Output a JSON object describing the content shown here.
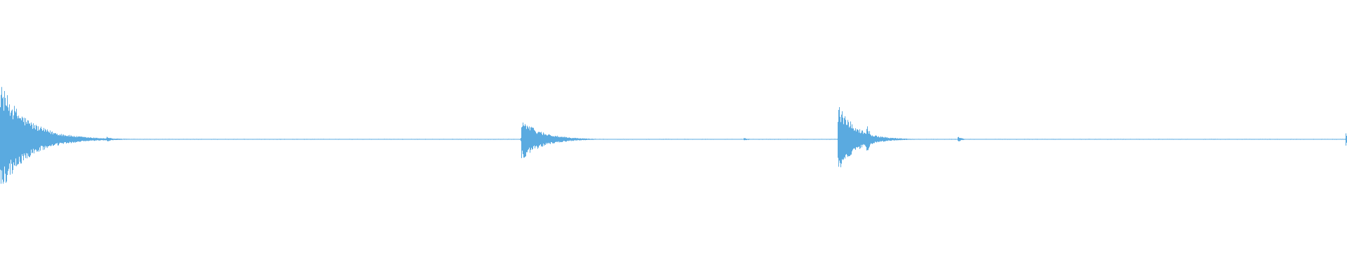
{
  "waveform": {
    "color": "#5aaae0",
    "baseline_amplitude": 0.003,
    "events": [
      {
        "time": 0.0,
        "peak_up": 0.41,
        "peak_down": 0.39,
        "decay": 0.02
      },
      {
        "time": 0.079,
        "peak_up": 0.02,
        "peak_down": 0.02,
        "decay": 0.004
      },
      {
        "time": 0.387,
        "peak_up": 0.15,
        "peak_down": 0.15,
        "decay": 0.015
      },
      {
        "time": 0.552,
        "peak_up": 0.01,
        "peak_down": 0.01,
        "decay": 0.004
      },
      {
        "time": 0.622,
        "peak_up": 0.26,
        "peak_down": 0.24,
        "decay": 0.013
      },
      {
        "time": 0.643,
        "peak_up": 0.13,
        "peak_down": 0.13,
        "decay": 0.003
      },
      {
        "time": 0.711,
        "peak_up": 0.02,
        "peak_down": 0.02,
        "decay": 0.003
      },
      {
        "time": 0.999,
        "peak_up": 0.065,
        "peak_down": 0.065,
        "decay": 0.0008
      }
    ]
  }
}
